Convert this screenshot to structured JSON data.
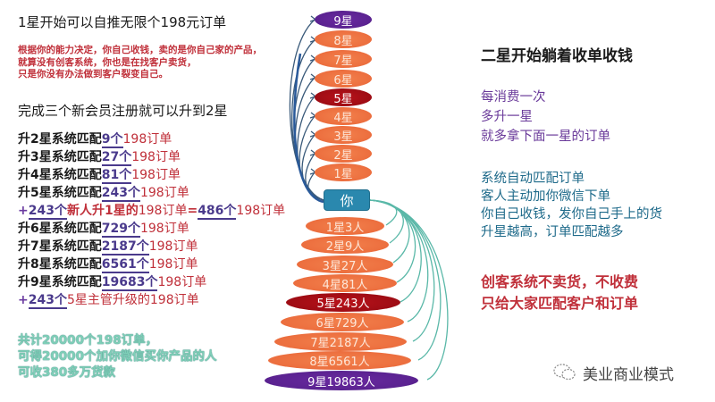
{
  "left": {
    "title1": "1星开始可以自推无限个198元订单",
    "note_lines": [
      "根据你的能力决定，你自己收钱，卖的是你自己家的产品，",
      "就算没有创客系统，你也是在找客户卖货，",
      "只是你没有办法做到客户裂变自己。"
    ],
    "title2": "完成三个新会员注册就可以升到2星",
    "match_rows": [
      {
        "prefix": "升2星系统匹配",
        "num": "9",
        "unit": "个",
        "suffix": "198订单"
      },
      {
        "prefix": "升3星系统匹配",
        "num": "27",
        "unit": "个",
        "suffix": "198订单"
      },
      {
        "prefix": "升4星系统匹配",
        "num": "81",
        "unit": "个",
        "suffix": "198订单"
      },
      {
        "prefix": "升5星系统匹配",
        "num": "243",
        "unit": "个",
        "suffix": "198订单"
      }
    ],
    "bonus_row_1": {
      "plus": "+",
      "num": "243",
      "unit": "个",
      "mid": "新人升1星的",
      "suffix": "198订单",
      "eq": "=",
      "num2": "486",
      "unit2": "个",
      "suffix2": "198订单"
    },
    "match_rows_2": [
      {
        "prefix": "升6星系统匹配",
        "num": "729",
        "unit": "个",
        "suffix": "198订单"
      },
      {
        "prefix": "升7星系统匹配",
        "num": "2187",
        "unit": "个",
        "suffix": "198订单"
      },
      {
        "prefix": "升8星系统匹配",
        "num": "6561",
        "unit": "个",
        "suffix": "198订单"
      },
      {
        "prefix": "升9星系统匹配",
        "num": "19683",
        "unit": "个",
        "suffix": "198订单"
      }
    ],
    "bonus_row_2": {
      "plus": "+",
      "num": "243",
      "unit": "个",
      "mid": "5星主管升级的",
      "suffix": "198订单"
    },
    "summary_lines": [
      "共计20000个198订单，",
      "可得20000个加你微信买你产品的人",
      "可收380多万货款"
    ]
  },
  "diagram": {
    "upper_levels": [
      "9星",
      "8星",
      "7星",
      "6星",
      "5星",
      "4星",
      "3星",
      "2星",
      "1星"
    ],
    "center_label": "你",
    "lower_levels": [
      "1星3人",
      "2星9人",
      "3星27人",
      "4星81人",
      "5星243人",
      "6星729人",
      "7星2187人",
      "8星6561人",
      "9星19863人"
    ],
    "colors": {
      "orange": "#ec6e3e",
      "dark_red": "#a00e16",
      "purple": "#5a2290",
      "you_box": "#2a88ae",
      "upper_arrows": "#3a5a7a",
      "lower_arrows": "#5ab8a8"
    }
  },
  "right": {
    "title": "二星开始躺着收单收钱",
    "purple_lines": [
      "每消费一次",
      "多升一星",
      "就多拿下面一星的订单"
    ],
    "teal_lines": [
      "系统自动匹配订单",
      "客人主动加你微信下单",
      "你自己收钱，发你自己手上的货",
      "升星越高，订单匹配越多"
    ],
    "red_lines": [
      "创客系统不卖货，不收费",
      "只给大家匹配客户和订单"
    ],
    "watermark": "美业商业模式"
  }
}
